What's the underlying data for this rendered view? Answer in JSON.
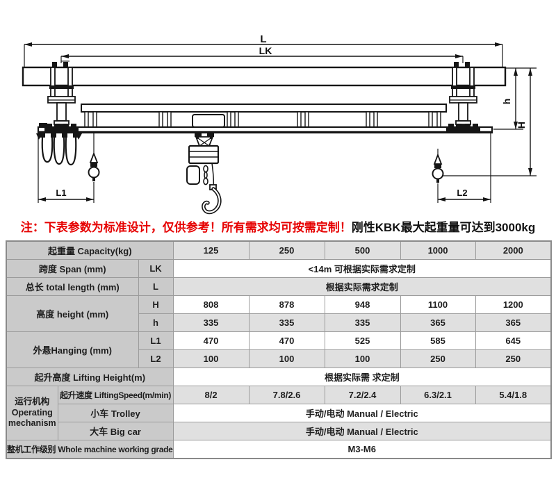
{
  "note": {
    "red": "注：下表参数为标准设计，仅供参考！所有需求均可按需定制！",
    "black": "刚性KBK最大起重量可达到3000kg"
  },
  "diagram": {
    "dim_total_length": "L",
    "dim_span": "LK",
    "dim_height_small": "h",
    "dim_height_big": "H",
    "dim_hanging_left": "L1",
    "dim_hanging_right": "L2"
  },
  "table": {
    "capacity": {
      "label": "起重量 Capacity(kg)",
      "values": [
        "125",
        "250",
        "500",
        "1000",
        "2000"
      ]
    },
    "span": {
      "label": "跨度 Span (mm)",
      "symbol": "LK",
      "value": "<14m 可根据实际需求定制"
    },
    "total_length": {
      "label": "总长 total length (mm)",
      "symbol": "L",
      "value": "根据实际需求定制"
    },
    "height": {
      "label": "高度 height (mm)",
      "h_big": {
        "symbol": "H",
        "values": [
          "808",
          "878",
          "948",
          "1100",
          "1200"
        ]
      },
      "h_small": {
        "symbol": "h",
        "values": [
          "335",
          "335",
          "335",
          "365",
          "365"
        ]
      }
    },
    "hanging": {
      "label": "外悬Hanging (mm)",
      "l1": {
        "symbol": "L1",
        "values": [
          "470",
          "470",
          "525",
          "585",
          "645"
        ]
      },
      "l2": {
        "symbol": "L2",
        "values": [
          "100",
          "100",
          "100",
          "250",
          "250"
        ]
      }
    },
    "lifting_height": {
      "label": "起升高度 Lifting Height(m)",
      "value": "根据实际需 求定制"
    },
    "operating": {
      "label_cn": "运行机构",
      "label_en1": "Operating",
      "label_en2": "mechanism",
      "speed": {
        "label": "起升速度 LiftingSpeed(m/min)",
        "values": [
          "8/2",
          "7.8/2.6",
          "7.2/2.4",
          "6.3/2.1",
          "5.4/1.8"
        ]
      },
      "trolley": {
        "label": "小车 Trolley",
        "value": "手动/电动 Manual / Electric"
      },
      "big_car": {
        "label": "大车 Big car",
        "value": "手动/电动 Manual / Electric"
      }
    },
    "working_grade": {
      "label": "整机工作级别 Whole machine working grade",
      "value": "M3-M6"
    }
  }
}
